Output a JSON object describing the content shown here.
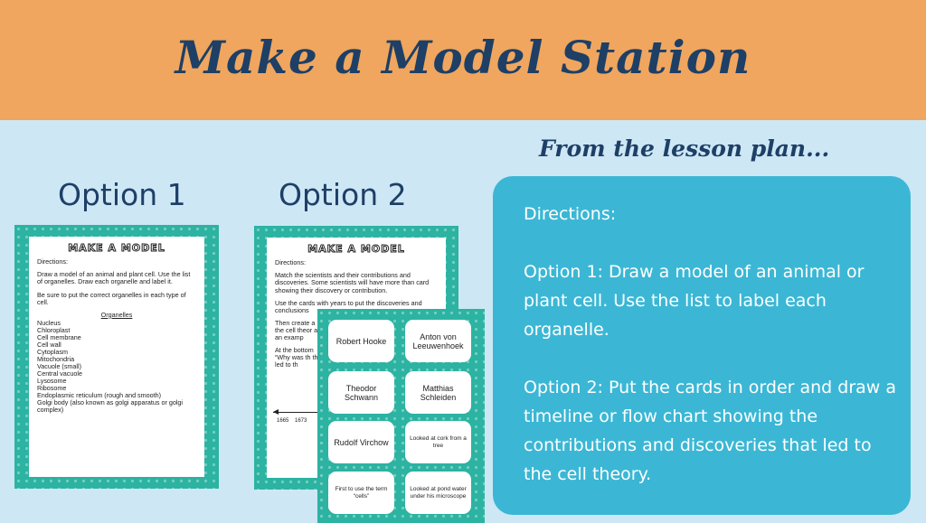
{
  "banner": {
    "title": "Make a Model Station"
  },
  "subheading": "From the lesson plan...",
  "option1": {
    "label": "Option 1",
    "sheet_title": "MAKE A MODEL",
    "directions_label": "Directions:",
    "paragraph1": "Draw a model of an animal and plant cell.  Use the list of organelles.  Draw each organelle and label it.",
    "paragraph2": "Be sure to put the correct organelles in each type of cell.",
    "organelles_heading": "Organelles",
    "organelles": [
      "Nucleus",
      "Chloroplast",
      "Cell membrane",
      "Cell wall",
      "Cytoplasm",
      "Mitochondria",
      "Vacuole (small)",
      "Central vacuole",
      "Lysosome",
      "Ribosome",
      "Endoplasmic reticulum (rough and smooth)",
      "Golgi body (also known as golgi apparatus or golgi complex)"
    ]
  },
  "option2": {
    "label": "Option 2",
    "sheet_title": "MAKE A MODEL",
    "directions_label": "Directions:",
    "paragraph1": "Match the scientists and their contributions and discoveries.  Some scientists will have more than card showing their discovery or contribution.",
    "paragraph2": "Use the cards with years to put the discoveries and conclusions",
    "paragraph3": "Then create a the cell theor as an examp",
    "paragraph4": "At the bottom “Why was th that led to th",
    "timeline_years": [
      "1665",
      "1673"
    ],
    "cards": [
      {
        "text": "Robert Hooke",
        "size": "big"
      },
      {
        "text": "Anton von Leeuwenhoek",
        "size": "big"
      },
      {
        "text": "Theodor Schwann",
        "size": "big"
      },
      {
        "text": "Matthias Schleiden",
        "size": "big"
      },
      {
        "text": "Rudolf Virchow",
        "size": "big"
      },
      {
        "text": "Looked at cork from a tree",
        "size": "small"
      },
      {
        "text": "First to use the term “cells”",
        "size": "small"
      },
      {
        "text": "Looked at pond water under his microscope",
        "size": "small"
      }
    ]
  },
  "panel": {
    "directions": "Directions:",
    "option1_text": "Option 1: Draw a model of an animal or plant cell. Use the list to label each organelle.",
    "option2_text": "Option 2: Put the cards in order and draw a timeline or flow chart showing the contributions and discoveries that led to the cell theory."
  },
  "colors": {
    "banner": "#f0a65e",
    "background": "#cde7f5",
    "heading_text": "#1e3f66",
    "worksheet_border": "#2cb3a2",
    "panel": "#3bb7d5"
  }
}
